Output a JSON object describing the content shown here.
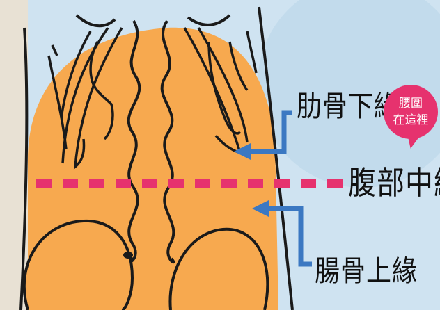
{
  "labels": {
    "rib_lower_edge": "肋骨下緣",
    "abdominal_midline": "腹部中線",
    "iliac_upper_edge": "腸骨上緣"
  },
  "bubble": {
    "line1": "腰圍",
    "line2": "在這裡",
    "color": "#e6326e"
  },
  "colors": {
    "skin": "#f7a94f",
    "background": "#cfe3f1",
    "arrow": "#3b78c2",
    "midline_dash": "#e6326e",
    "outline": "#1a1a1a"
  }
}
